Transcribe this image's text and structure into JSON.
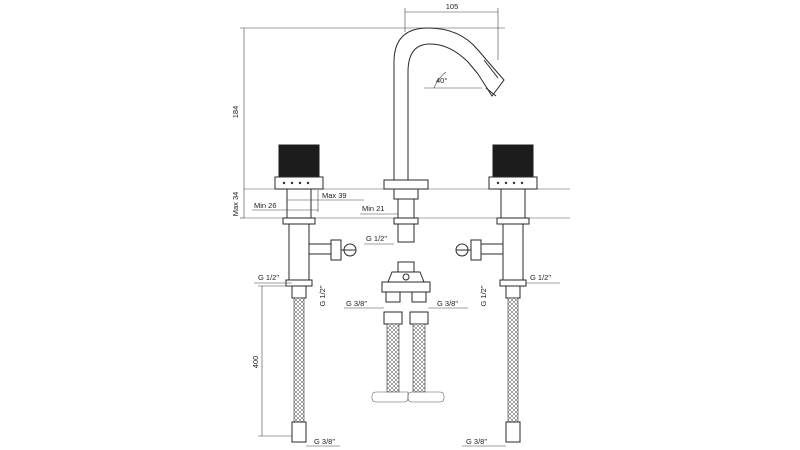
{
  "dimensions": {
    "spout_reach": "105",
    "overall_height": "184",
    "angle": "40°",
    "max_deck": "Max 34",
    "handle_max_hole": "Max 39",
    "handle_min_hole": "Min 26",
    "spout_min_hole": "Min 21",
    "hose_length": "400"
  },
  "threads": {
    "spout_thread": "G 1/2\"",
    "left_inlet": "G 1/2\"",
    "left_vertical": "G 1/2\"",
    "right_vertical": "G 1/2\"",
    "right_inlet": "G 1/2\"",
    "tee_left": "G 3/8\"",
    "tee_right": "G 3/8\"",
    "left_bottom": "G 3/8\"",
    "right_bottom": "G 3/8\""
  }
}
